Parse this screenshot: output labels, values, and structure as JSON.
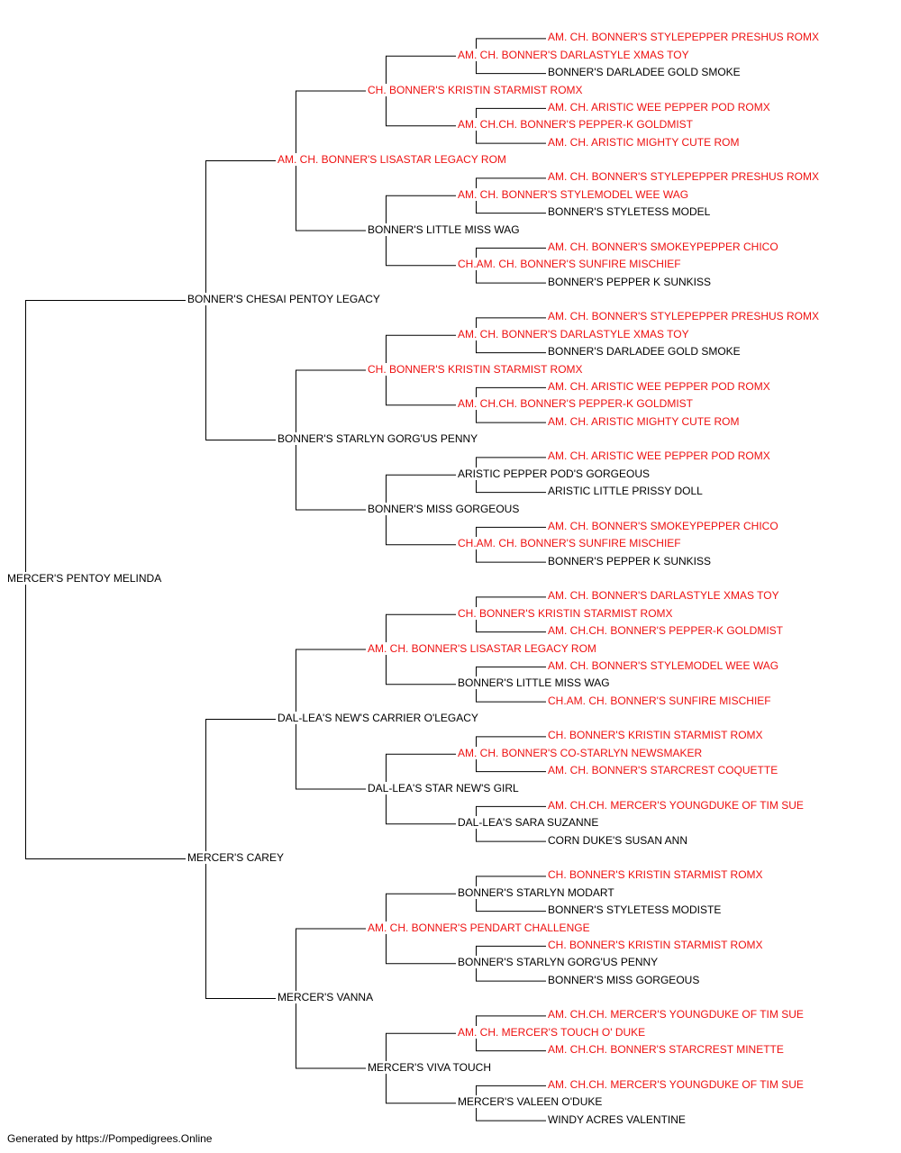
{
  "colors": {
    "champion": "#ee1111",
    "normal": "#000000",
    "line": "#000000"
  },
  "footer": "Generated by https://Pompedigrees.Online",
  "tree": {
    "name": "MERCER'S PENTOY MELINDA",
    "champion": false,
    "sire": {
      "name": "BONNER'S CHESAI PENTOY LEGACY",
      "champion": false,
      "sire": {
        "name": "AM. CH. BONNER'S LISASTAR LEGACY ROM",
        "champion": true,
        "sire": {
          "name": "CH. BONNER'S KRISTIN STARMIST ROMX",
          "champion": true,
          "sire": {
            "name": "AM. CH. BONNER'S DARLASTYLE XMAS TOY",
            "champion": true,
            "sire": {
              "name": "AM. CH. BONNER'S STYLEPEPPER PRESHUS ROMX",
              "champion": true
            },
            "dam": {
              "name": "BONNER'S DARLADEE GOLD SMOKE",
              "champion": false
            }
          },
          "dam": {
            "name": "AM. CH.CH. BONNER'S PEPPER-K GOLDMIST",
            "champion": true,
            "sire": {
              "name": "AM. CH. ARISTIC WEE PEPPER POD ROMX",
              "champion": true
            },
            "dam": {
              "name": "AM. CH. ARISTIC MIGHTY CUTE ROM",
              "champion": true
            }
          }
        },
        "dam": {
          "name": "BONNER'S LITTLE MISS WAG",
          "champion": false,
          "sire": {
            "name": "AM. CH. BONNER'S STYLEMODEL WEE WAG",
            "champion": true,
            "sire": {
              "name": "AM. CH. BONNER'S STYLEPEPPER PRESHUS ROMX",
              "champion": true
            },
            "dam": {
              "name": "BONNER'S STYLETESS MODEL",
              "champion": false
            }
          },
          "dam": {
            "name": "CH.AM. CH. BONNER'S SUNFIRE MISCHIEF",
            "champion": true,
            "sire": {
              "name": "AM. CH. BONNER'S SMOKEYPEPPER CHICO",
              "champion": true
            },
            "dam": {
              "name": "BONNER'S PEPPER K SUNKISS",
              "champion": false
            }
          }
        }
      },
      "dam": {
        "name": "BONNER'S STARLYN GORG'US PENNY",
        "champion": false,
        "sire": {
          "name": "CH. BONNER'S KRISTIN STARMIST ROMX",
          "champion": true,
          "sire": {
            "name": "AM. CH. BONNER'S DARLASTYLE XMAS TOY",
            "champion": true,
            "sire": {
              "name": "AM. CH. BONNER'S STYLEPEPPER PRESHUS ROMX",
              "champion": true
            },
            "dam": {
              "name": "BONNER'S DARLADEE GOLD SMOKE",
              "champion": false
            }
          },
          "dam": {
            "name": "AM. CH.CH. BONNER'S PEPPER-K GOLDMIST",
            "champion": true,
            "sire": {
              "name": "AM. CH. ARISTIC WEE PEPPER POD ROMX",
              "champion": true
            },
            "dam": {
              "name": "AM. CH. ARISTIC MIGHTY CUTE ROM",
              "champion": true
            }
          }
        },
        "dam": {
          "name": "BONNER'S MISS GORGEOUS",
          "champion": false,
          "sire": {
            "name": "ARISTIC PEPPER POD'S GORGEOUS",
            "champion": false,
            "sire": {
              "name": "AM. CH. ARISTIC WEE PEPPER POD ROMX",
              "champion": true
            },
            "dam": {
              "name": "ARISTIC LITTLE PRISSY DOLL",
              "champion": false
            }
          },
          "dam": {
            "name": "CH.AM. CH. BONNER'S SUNFIRE MISCHIEF",
            "champion": true,
            "sire": {
              "name": "AM. CH. BONNER'S SMOKEYPEPPER CHICO",
              "champion": true
            },
            "dam": {
              "name": "BONNER'S PEPPER K SUNKISS",
              "champion": false
            }
          }
        }
      }
    },
    "dam": {
      "name": "MERCER'S CAREY",
      "champion": false,
      "sire": {
        "name": "DAL-LEA'S NEW'S CARRIER O'LEGACY",
        "champion": false,
        "sire": {
          "name": "AM. CH. BONNER'S LISASTAR LEGACY ROM",
          "champion": true,
          "sire": {
            "name": "CH. BONNER'S KRISTIN STARMIST ROMX",
            "champion": true,
            "sire": {
              "name": "AM. CH. BONNER'S DARLASTYLE XMAS TOY",
              "champion": true
            },
            "dam": {
              "name": "AM. CH.CH. BONNER'S PEPPER-K GOLDMIST",
              "champion": true
            }
          },
          "dam": {
            "name": "BONNER'S LITTLE MISS WAG",
            "champion": false,
            "sire": {
              "name": "AM. CH. BONNER'S STYLEMODEL WEE WAG",
              "champion": true
            },
            "dam": {
              "name": "CH.AM. CH. BONNER'S SUNFIRE MISCHIEF",
              "champion": true
            }
          }
        },
        "dam": {
          "name": "DAL-LEA'S STAR NEW'S GIRL",
          "champion": false,
          "sire": {
            "name": "AM. CH. BONNER'S CO-STARLYN NEWSMAKER",
            "champion": true,
            "sire": {
              "name": "CH. BONNER'S KRISTIN STARMIST ROMX",
              "champion": true
            },
            "dam": {
              "name": "AM. CH. BONNER'S STARCREST COQUETTE",
              "champion": true
            }
          },
          "dam": {
            "name": "DAL-LEA'S SARA SUZANNE",
            "champion": false,
            "sire": {
              "name": "AM. CH.CH. MERCER'S YOUNGDUKE OF TIM SUE",
              "champion": true
            },
            "dam": {
              "name": "CORN DUKE'S SUSAN ANN",
              "champion": false
            }
          }
        }
      },
      "dam": {
        "name": "MERCER'S VANNA",
        "champion": false,
        "sire": {
          "name": "AM. CH. BONNER'S PENDART CHALLENGE",
          "champion": true,
          "sire": {
            "name": "BONNER'S STARLYN MODART",
            "champion": false,
            "sire": {
              "name": "CH. BONNER'S KRISTIN STARMIST ROMX",
              "champion": true
            },
            "dam": {
              "name": "BONNER'S STYLETESS MODISTE",
              "champion": false
            }
          },
          "dam": {
            "name": "BONNER'S STARLYN GORG'US PENNY",
            "champion": false,
            "sire": {
              "name": "CH. BONNER'S KRISTIN STARMIST ROMX",
              "champion": true
            },
            "dam": {
              "name": "BONNER'S MISS GORGEOUS",
              "champion": false
            }
          }
        },
        "dam": {
          "name": "MERCER'S VIVA TOUCH",
          "champion": false,
          "sire": {
            "name": "AM. CH. MERCER'S TOUCH O' DUKE",
            "champion": true,
            "sire": {
              "name": "AM. CH.CH. MERCER'S YOUNGDUKE OF TIM SUE",
              "champion": true
            },
            "dam": {
              "name": "AM. CH.CH. BONNER'S STARCREST MINETTE",
              "champion": true
            }
          },
          "dam": {
            "name": "MERCER'S VALEEN O'DUKE",
            "champion": false,
            "sire": {
              "name": "AM. CH.CH. MERCER'S YOUNGDUKE OF TIM SUE",
              "champion": true
            },
            "dam": {
              "name": "WINDY ACRES VALENTINE",
              "champion": false
            }
          }
        }
      }
    }
  }
}
